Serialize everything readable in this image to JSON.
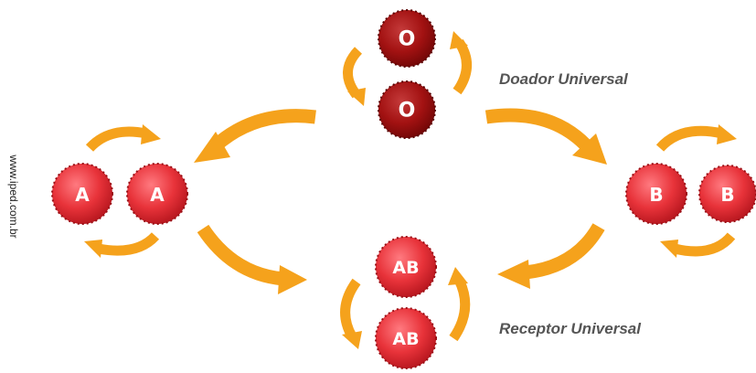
{
  "cells": {
    "o_top": "O",
    "o_bottom": "O",
    "a_left": "A",
    "a_right": "A",
    "b_left": "B",
    "b_right": "B",
    "ab_top": "AB",
    "ab_bottom": "AB"
  },
  "captions": {
    "donor": "Doador Universal",
    "receptor": "Receptor Universal"
  },
  "watermark": "www.iped.com.br",
  "colors": {
    "arrow": "#f5a21c",
    "cell_o": "#a31212",
    "cell_red": "#e8333a",
    "caption": "#555555"
  }
}
